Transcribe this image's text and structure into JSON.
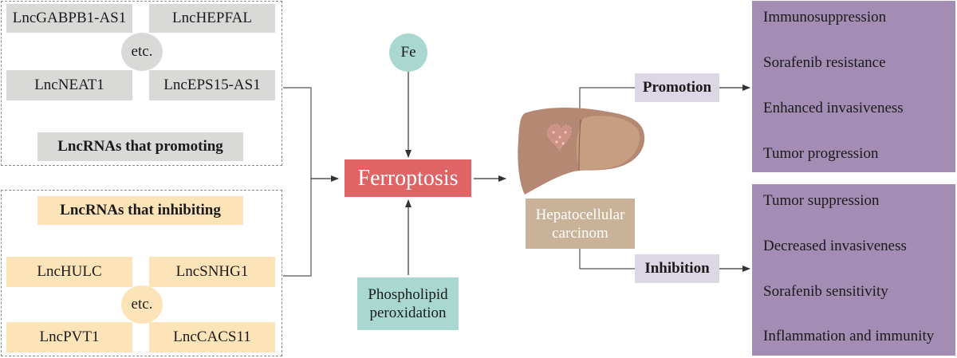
{
  "promoting": {
    "items": [
      "LncGABPB1-AS1",
      "LncHEPFAL",
      "LncNEAT1",
      "LncEPS15-AS1"
    ],
    "etc": "etc.",
    "label": "LncRNAs that promoting"
  },
  "inhibiting": {
    "label": "LncRNAs that inhibiting",
    "items": [
      "LncHULC",
      "LncSNHG1",
      "LncPVT1",
      "LncCACS11"
    ],
    "etc": "etc."
  },
  "center": {
    "fe": "Fe",
    "ferroptosis": "Ferroptosis",
    "phospholipid": "Phospholipid peroxidation"
  },
  "liver": {
    "label": "Hepatocellular carcinom"
  },
  "branches": {
    "promotion": "Promotion",
    "inhibition": "Inhibition"
  },
  "outcomes": {
    "promotion": [
      "Immunosuppression",
      "Sorafenib resistance",
      "Enhanced invasiveness",
      "Tumor progression"
    ],
    "inhibition": [
      "Tumor suppression",
      "Decreased invasiveness",
      "Sorafenib sensitivity",
      "Inflammation and immunity"
    ]
  },
  "colors": {
    "ferroptosis": "#de6466",
    "fe": "#a8d8d0",
    "phospholipid": "#a8d8d0",
    "liver_label": "#c9b298",
    "purple_box": "#a38db5",
    "branch_label": "#ddd6e4",
    "gray_item": "#d9d9d7",
    "cream_item": "#fde4b8",
    "liver": "#b48872"
  }
}
